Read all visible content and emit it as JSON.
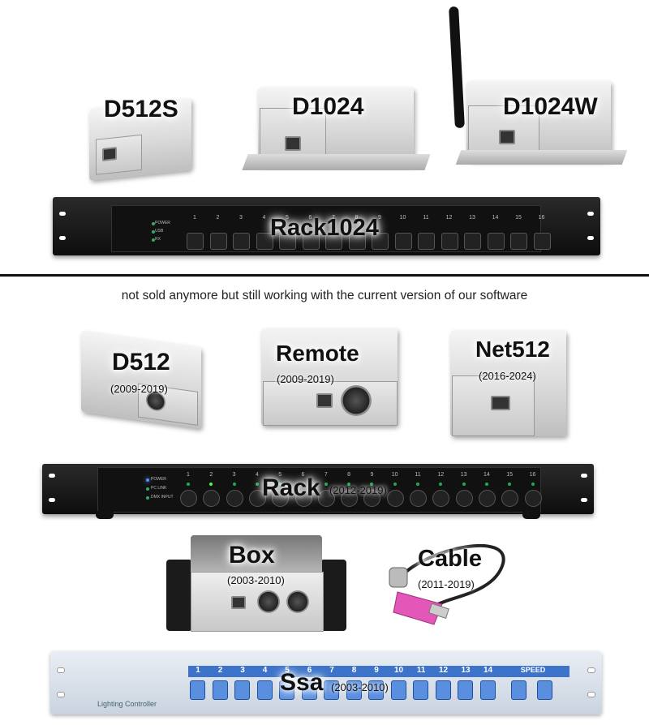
{
  "current_products": {
    "d512s": {
      "name": "D512S"
    },
    "d1024": {
      "name": "D1024"
    },
    "d1024w": {
      "name": "D1024W"
    },
    "rack1024": {
      "name": "Rack1024"
    }
  },
  "caption": "not sold anymore but still working with the current version of our software",
  "legacy_products": {
    "d512": {
      "name": "D512",
      "years": "(2009-2019)"
    },
    "remote": {
      "name": "Remote",
      "years": "(2009-2019)"
    },
    "net512": {
      "name": "Net512",
      "years": "(2016-2024)"
    },
    "rack": {
      "name": "Rack",
      "years": "(2012-2019)"
    },
    "box": {
      "name": "Box",
      "years": "(2003-2010)"
    },
    "cable": {
      "name": "Cable",
      "years": "(2011-2019)"
    },
    "ssa": {
      "name": "Ssa",
      "years": "(2003-2010)"
    }
  },
  "device_markings": {
    "rack1024_leds": [
      "POWER",
      "USB",
      "RX"
    ],
    "rack1024_channels": [
      "1",
      "2",
      "3",
      "4",
      "5",
      "6",
      "7",
      "8",
      "9",
      "10",
      "11",
      "12",
      "13",
      "14",
      "15",
      "16"
    ],
    "rack_leds": [
      "POWER",
      "PC LINK",
      "DMX INPUT"
    ],
    "rack_channels": [
      "1",
      "2",
      "3",
      "4",
      "5",
      "6",
      "7",
      "8",
      "9",
      "10",
      "11",
      "12",
      "13",
      "14",
      "15",
      "16"
    ],
    "ssa_channels": [
      "1",
      "2",
      "3",
      "4",
      "5",
      "6",
      "7",
      "8",
      "9",
      "10",
      "11",
      "12",
      "13",
      "14"
    ],
    "ssa_speed": "SPEED",
    "ssa_brand": "Lighting Controller"
  }
}
